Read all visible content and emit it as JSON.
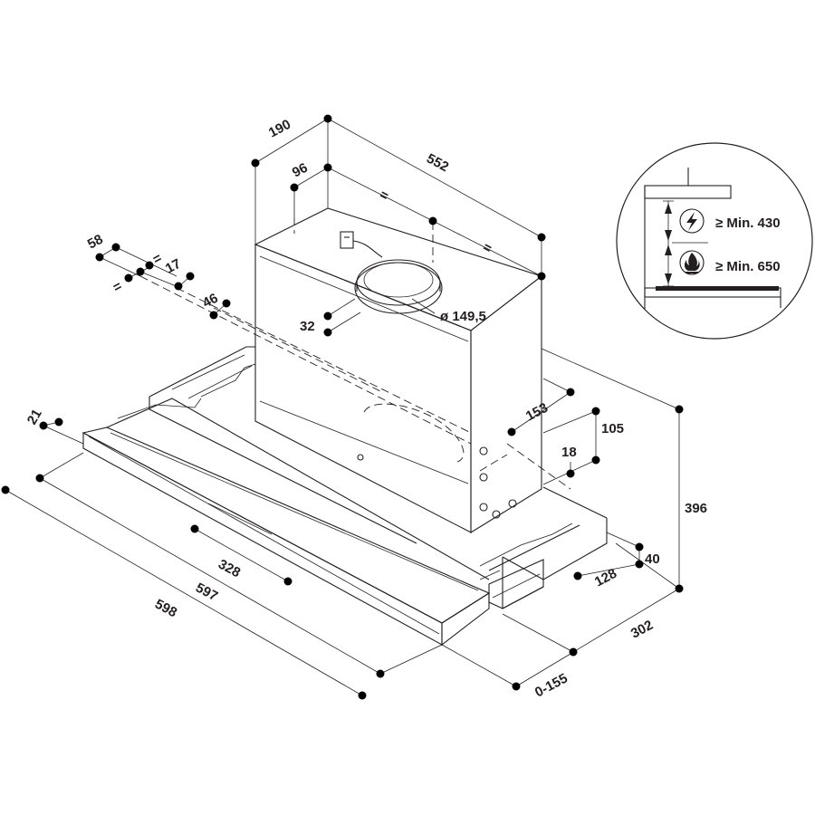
{
  "dimensions": {
    "d190": "190",
    "d552": "552",
    "d96": "96",
    "eq1": "=",
    "eq2": "=",
    "d58": "58",
    "d17": "17",
    "eq3": "=",
    "eq4": "=",
    "d46": "46",
    "d32": "32",
    "dia": "ø 149,5",
    "d153": "153",
    "d105": "105",
    "d18": "18",
    "d21": "21",
    "d396": "396",
    "d40": "40",
    "d128": "128",
    "d328": "328",
    "d597": "597",
    "d598": "598",
    "d302": "302",
    "d0155": "0-155"
  },
  "inset": {
    "min430": "≥ Min. 430",
    "min650": "≥ Min. 650",
    "electric_icon": "lightning-icon",
    "gas_icon": "flame-icon"
  },
  "colors": {
    "line": "#231f20",
    "dot": "#000000",
    "hob": "#231f20"
  }
}
